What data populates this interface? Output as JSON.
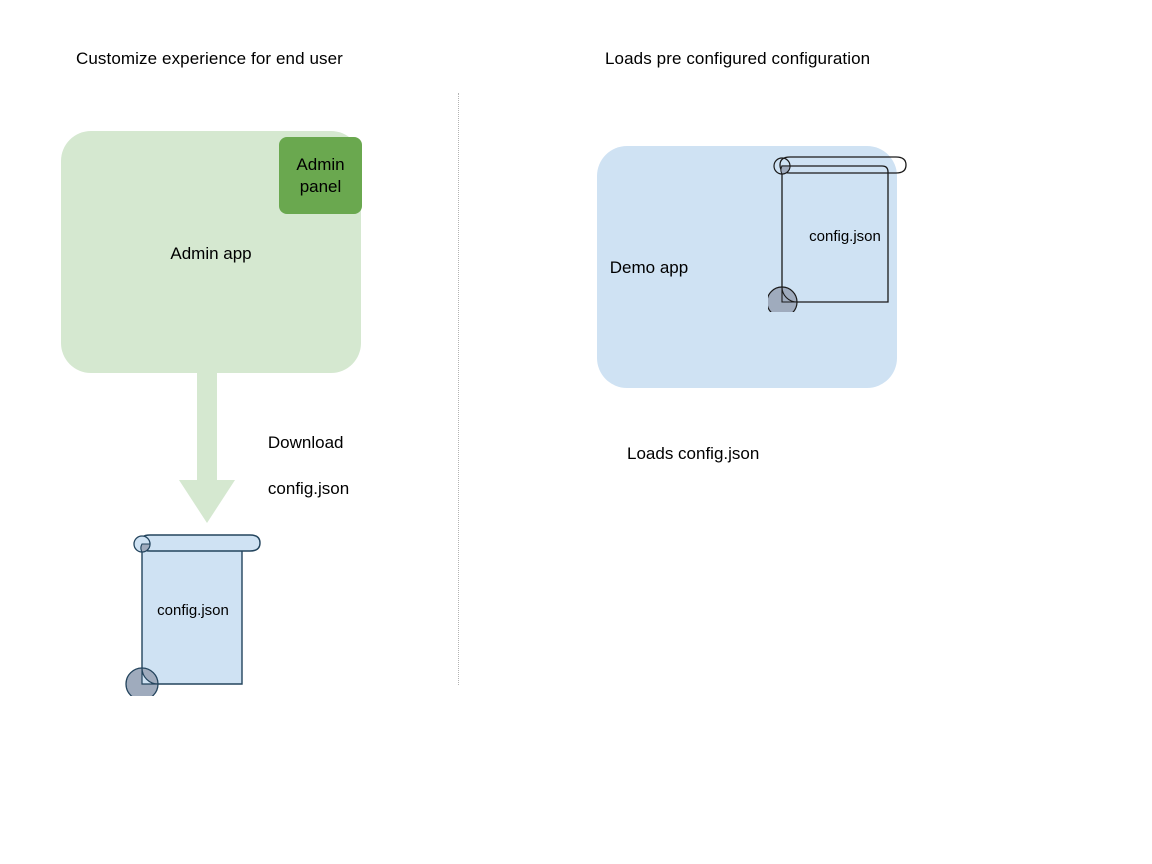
{
  "diagram": {
    "columns": [
      {
        "id": "left",
        "title": "Customize experience for end user",
        "app": {
          "name": "Admin app",
          "color": "#d5e8d0",
          "badge": {
            "line1": "Admin",
            "line2": "panel",
            "color": "#6aa84f"
          }
        },
        "arrow": {
          "label_line1": "Download",
          "label_line2": "config.json",
          "color": "#d5e8d0",
          "direction": "down"
        },
        "document": {
          "name": "config.json",
          "fill": "#cfe2f3",
          "stroke": "#23445d",
          "curl_color": "#9fabbd"
        }
      },
      {
        "id": "right",
        "title": "Loads pre configured configuration",
        "app": {
          "name": "Demo app",
          "color": "#cfe2f3"
        },
        "document": {
          "name": "config.json",
          "fill": "transparent",
          "stroke": "#1a1a1a",
          "curl_color": "#9fabbd"
        },
        "caption": "Loads config.json"
      }
    ],
    "divider": {
      "style": "dotted",
      "color": "#b3b3b3"
    },
    "icons": {
      "scroll": "scroll-document-icon",
      "arrow": "down-arrow-icon"
    }
  }
}
